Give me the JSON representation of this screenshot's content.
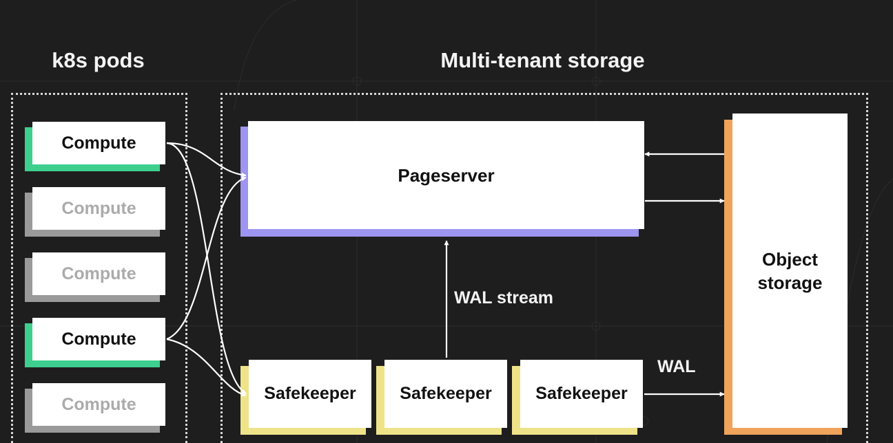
{
  "headings": {
    "pods": "k8s pods",
    "storage": "Multi-tenant storage"
  },
  "compute_nodes": [
    {
      "label": "Compute",
      "state": "active"
    },
    {
      "label": "Compute",
      "state": "inactive"
    },
    {
      "label": "Compute",
      "state": "inactive"
    },
    {
      "label": "Compute",
      "state": "active"
    },
    {
      "label": "Compute",
      "state": "inactive"
    }
  ],
  "pageserver": {
    "label": "Pageserver"
  },
  "object_storage": {
    "label": "Object storage"
  },
  "safekeepers": [
    {
      "label": "Safekeeper"
    },
    {
      "label": "Safekeeper"
    },
    {
      "label": "Safekeeper"
    }
  ],
  "annotations": {
    "wal_stream": "WAL stream",
    "wal": "WAL"
  },
  "colors": {
    "background": "#1e1e1e",
    "compute_active_accent": "#3ecf8e",
    "compute_inactive_accent": "#9a9a9a",
    "pageserver_accent": "#9d95ef",
    "safekeeper_accent": "#efe38a",
    "object_storage_accent": "#f0a35a"
  }
}
